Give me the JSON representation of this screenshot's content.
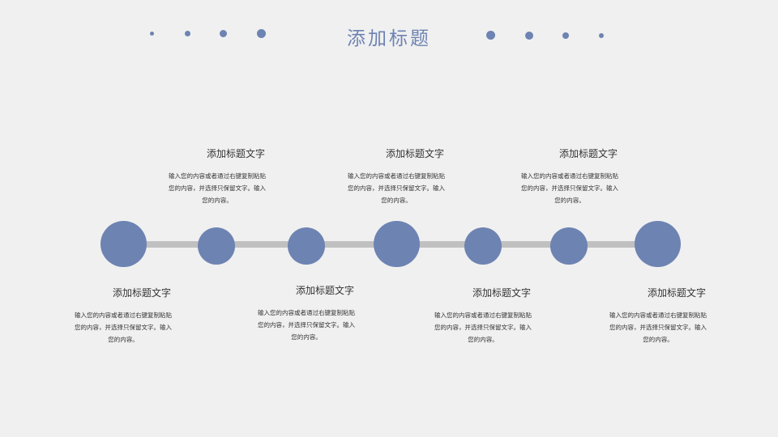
{
  "title": "添加标题",
  "accent": "#6d83b2",
  "items": [
    {
      "title": "添加标题文字",
      "body1": "输入您的内容或者通过右键复制粘贴",
      "body2": "您的内容，并选择只保留文字。输入",
      "body3": "您的内容。"
    },
    {
      "title": "添加标题文字",
      "body1": "输入您的内容或者通过右键复制粘贴",
      "body2": "您的内容，并选择只保留文字。输入",
      "body3": "您的内容。"
    },
    {
      "title": "添加标题文字",
      "body1": "输入您的内容或者通过右键复制粘贴",
      "body2": "您的内容，并选择只保留文字。输入",
      "body3": "您的内容。"
    },
    {
      "title": "添加标题文字",
      "body1": "输入您的内容或者通过右键复制粘贴",
      "body2": "您的内容，并选择只保留文字。输入",
      "body3": "您的内容。"
    },
    {
      "title": "添加标题文字",
      "body1": "输入您的内容或者通过右键复制粘贴",
      "body2": "您的内容，并选择只保留文字。输入",
      "body3": "您的内容。"
    },
    {
      "title": "添加标题文字",
      "body1": "输入您的内容或者通过右键复制粘贴",
      "body2": "您的内容，并选择只保留文字。输入",
      "body3": "您的内容。"
    },
    {
      "title": "添加标题文字",
      "body1": "输入您的内容或者通过右键复制粘贴",
      "body2": "您的内容，并选择只保留文字。输入",
      "body3": "您的内容。"
    }
  ]
}
